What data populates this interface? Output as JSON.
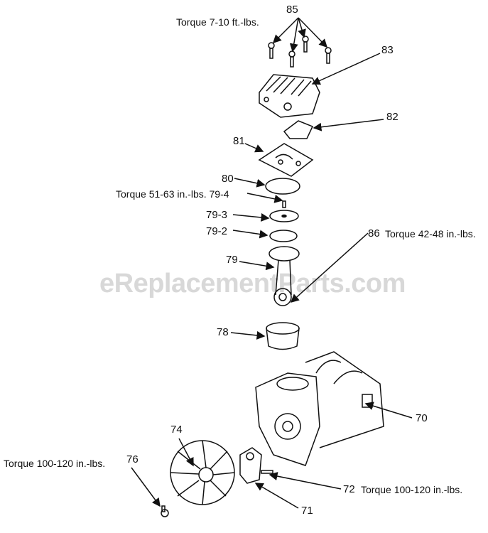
{
  "watermark": "eReplacementParts.com",
  "callouts": {
    "p85": "85",
    "p85_torque": "Torque  7-10 ft.-lbs.",
    "p83": "83",
    "p82": "82",
    "p81": "81",
    "p80": "80",
    "p79_4": "Torque  51-63 in.-lbs. 79-4",
    "p79_3": "79-3",
    "p79_2": "79-2",
    "p79": "79",
    "p86": "86",
    "p86_torque": "Torque  42-48 in.-lbs.",
    "p78": "78",
    "p70": "70",
    "p74": "74",
    "p76_torque": "Torque 100-120 in.-lbs.",
    "p76": "76",
    "p72": "72",
    "p72_torque": "Torque 100-120 in.-lbs.",
    "p71": "71"
  }
}
